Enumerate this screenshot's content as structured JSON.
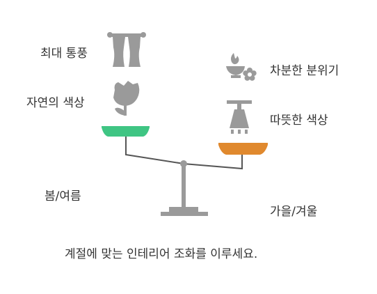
{
  "labels": {
    "left_top": "최대 통풍",
    "left_mid": "자연의 색상",
    "left_season": "봄/여름",
    "right_top": "차분한 분위기",
    "right_mid": "따뜻한 색상",
    "right_season": "가을/겨울",
    "footer": "계절에 맞는 인테리어 조화를 이루세요."
  },
  "icons": {
    "curtain": "curtain-icon",
    "tulip": "tulip-icon",
    "candle_flower": "candle-flower-icon",
    "lamp": "pendant-lamp-icon"
  },
  "colors": {
    "left_pan": "#3fc583",
    "right_pan": "#e0892e",
    "icon": "#9a9a9a",
    "beam": "#555555",
    "stand": "#9a9a9a"
  }
}
